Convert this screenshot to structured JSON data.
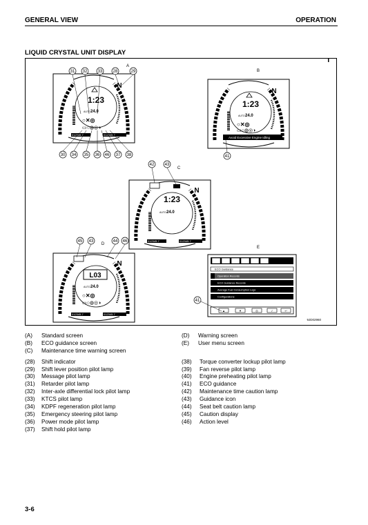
{
  "header": {
    "left": "GENERAL VIEW",
    "right": "OPERATION"
  },
  "section_title": "LIQUID CRYSTAL UNIT DISPLAY",
  "figure": {
    "panel_labels": {
      "a": "A",
      "b": "B",
      "c": "C",
      "d": "D",
      "e": "E"
    },
    "callouts": {
      "a_top": [
        "31",
        "32",
        "33",
        "28",
        "29"
      ],
      "a_bottom": [
        "30",
        "34",
        "35",
        "36",
        "46",
        "37",
        "38"
      ],
      "b": "41",
      "c": [
        "42",
        "43"
      ],
      "d": [
        "45",
        "43",
        "44",
        "46"
      ],
      "e": "41"
    },
    "screen_text": {
      "time": "1:23",
      "gear": "N",
      "speed": "24.0",
      "temp_label": "AUTO",
      "odo_left": "012345.7",
      "odo_right": "012345.7",
      "d_code": "L03",
      "b_message": "Avoid Excessive Engine Idling"
    },
    "menu": {
      "title": "ECO Guidance",
      "items": [
        "Operation Records",
        "ECO Guidance Records",
        "Average Fuel Consumption Logs",
        "Configurations"
      ]
    },
    "figure_code": "9JD02960"
  },
  "legend": {
    "top_left": [
      {
        "code": "(A)",
        "text": "Standard screen"
      },
      {
        "code": "(B)",
        "text": "ECO guidance screen"
      },
      {
        "code": "(C)",
        "text": "Maintenance time warning screen"
      }
    ],
    "top_right": [
      {
        "code": "(D)",
        "text": "Warning screen"
      },
      {
        "code": "(E)",
        "text": "User menu screen"
      }
    ],
    "left": [
      {
        "code": "(28)",
        "text": "Shift indicator"
      },
      {
        "code": "(29)",
        "text": "Shift lever position pilot lamp"
      },
      {
        "code": "(30)",
        "text": "Message pilot lamp"
      },
      {
        "code": "(31)",
        "text": "Retarder pilot lamp"
      },
      {
        "code": "(32)",
        "text": "Inter-axle differential lock pilot lamp"
      },
      {
        "code": "(33)",
        "text": "KTCS pilot lamp"
      },
      {
        "code": "(34)",
        "text": "KDPF regeneration pilot lamp"
      },
      {
        "code": "(35)",
        "text": "Emergency steering pilot lamp"
      },
      {
        "code": "(36)",
        "text": "Power mode pilot lamp"
      },
      {
        "code": "(37)",
        "text": "Shift hold pilot lamp"
      }
    ],
    "right": [
      {
        "code": "(38)",
        "text": "Torque converter lockup pilot lamp"
      },
      {
        "code": "(39)",
        "text": "Fan reverse pilot lamp"
      },
      {
        "code": "(40)",
        "text": "Engine preheating pilot lamp"
      },
      {
        "code": "(41)",
        "text": "ECO guidance"
      },
      {
        "code": "(42)",
        "text": "Maintenance time caution lamp"
      },
      {
        "code": "(43)",
        "text": "Guidance icon"
      },
      {
        "code": "(44)",
        "text": "Seat belt caution lamp"
      },
      {
        "code": "(45)",
        "text": "Caution display"
      },
      {
        "code": "(46)",
        "text": "Action level"
      }
    ]
  },
  "page_number": "3-6"
}
